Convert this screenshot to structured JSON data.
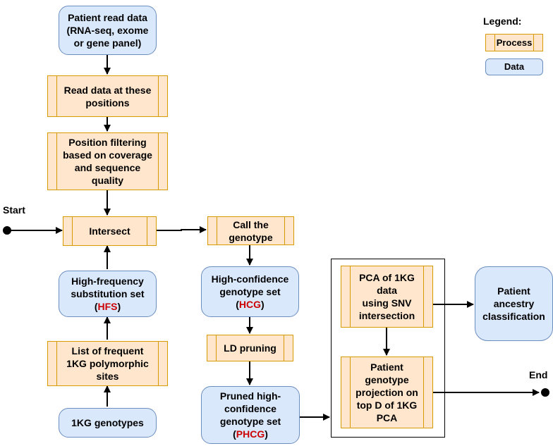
{
  "legend": {
    "title": "Legend:",
    "process": "Process",
    "data": "Data"
  },
  "terminals": {
    "start": "Start",
    "end": "End"
  },
  "nodes": {
    "patient_read_data": [
      "Patient read data",
      "(RNA-seq, exome",
      "or gene panel)"
    ],
    "read_positions": [
      "Read data at these",
      "positions"
    ],
    "position_filtering": [
      "Position filtering",
      "based on coverage",
      "and sequence",
      "quality"
    ],
    "intersect": "Intersect",
    "hfs": {
      "lines": [
        "High-frequency",
        "substitution set"
      ],
      "pre": "(",
      "abbr": "HFS",
      "post": ")"
    },
    "frequent_sites": [
      "List of frequent",
      "1KG polymorphic",
      "sites"
    ],
    "kg_genotypes": "1KG genotypes",
    "call_genotype": [
      "Call the",
      "genotype"
    ],
    "hcg": {
      "lines": [
        "High-confidence",
        "genotype set"
      ],
      "pre": "(",
      "abbr": "HCG",
      "post": ")"
    },
    "ld_pruning": "LD pruning",
    "phcg": {
      "lines": [
        "Pruned high-",
        "confidence",
        "genotype set"
      ],
      "pre": "(",
      "abbr": "PHCG",
      "post": ")"
    },
    "pca_1kg": [
      "PCA of 1KG",
      "data",
      "using SNV",
      "intersection"
    ],
    "projection": [
      "Patient",
      "genotype",
      "projection on",
      "top D of 1KG",
      "PCA"
    ],
    "ancestry": [
      "Patient",
      "ancestry",
      "classification"
    ]
  },
  "colors": {
    "process_fill": "#ffe6cc",
    "process_stroke": "#d79b00",
    "data_fill": "#dae8fc",
    "data_stroke": "#6c8ebf",
    "highlight": "#cc0000"
  }
}
